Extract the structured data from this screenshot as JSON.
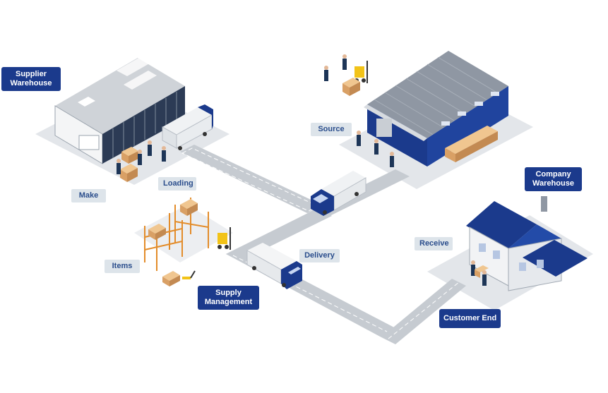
{
  "labels": {
    "supplier_warehouse": [
      "Supplier",
      "Warehouse"
    ],
    "make": "Make",
    "loading": "Loading",
    "items": "Items",
    "supply_management": [
      "Supply",
      "Management"
    ],
    "delivery": "Delivery",
    "source": "Source",
    "company_warehouse": [
      "Company",
      "Warehouse"
    ],
    "receive": "Receive",
    "customer_end": "Customer End"
  },
  "colors": {
    "navy": "#1b3a8c",
    "label_light_bg": "#dde4ea",
    "label_light_text": "#2a4d8c",
    "road": "#c6cbd1",
    "ground": "#e3e6ea",
    "roof_grey": "#8f97a3",
    "box": "#e0b27a"
  },
  "icons": [
    "warehouse-icon",
    "truck-icon",
    "forklift-icon",
    "shelving-icon",
    "house-icon",
    "worker-icon",
    "box-icon",
    "pallet-jack-icon"
  ]
}
